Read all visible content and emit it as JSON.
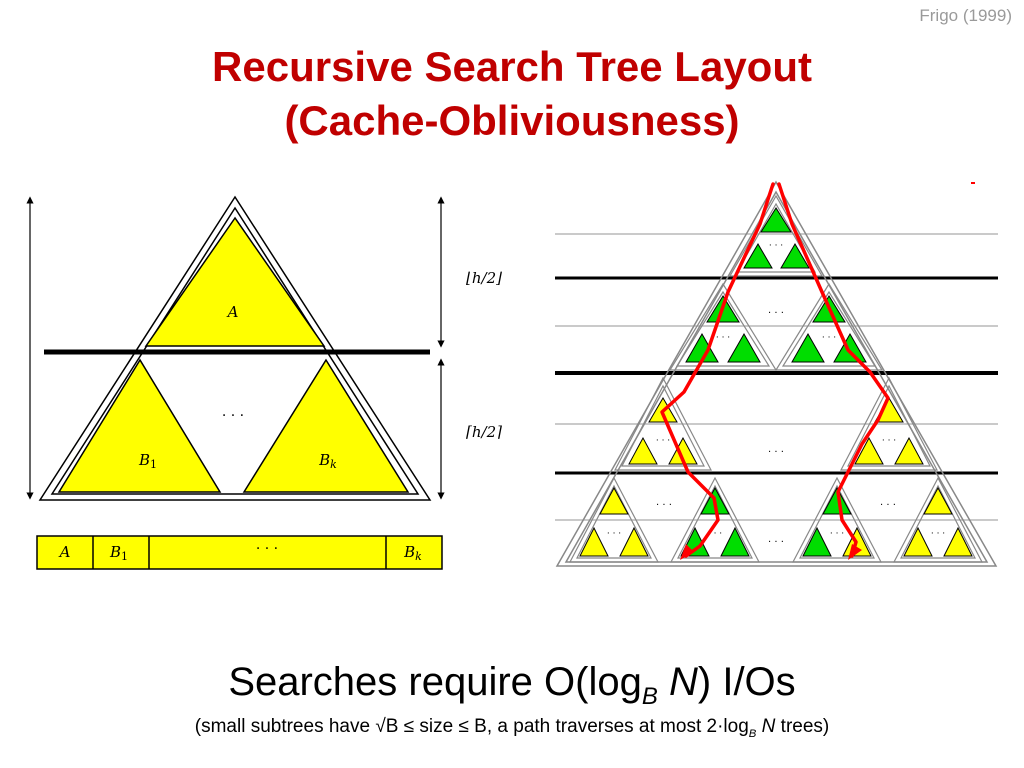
{
  "citation": "Frigo (1999)",
  "title": {
    "line1": "Recursive Search Tree Layout",
    "line2": "(Cache-Obliviousness)"
  },
  "left_diagram": {
    "top_label": "A",
    "bottom_left_label": "B",
    "bottom_left_sub": "1",
    "bottom_right_label": "B",
    "bottom_right_sub": "k",
    "middle_dots": "· · ·",
    "upper_height_label": "⌊h/2⌋",
    "lower_height_label": "⌈h/2⌉",
    "array": {
      "cell_a": "A",
      "cell_b1": "B",
      "cell_b1_sub": "1",
      "cell_dots": "· · ·",
      "cell_bk": "B",
      "cell_bk_sub": "k"
    }
  },
  "right_diagram": {
    "dots": "· · ·"
  },
  "caption": {
    "main_prefix": "Searches require O(log",
    "main_sub": "B",
    "main_n": "N",
    "main_suffix": ") I/Os",
    "sub_prefix": "(small subtrees have √B ≤ size ≤ B, a path traverses  at most 2·log",
    "sub_sub": "B",
    "sub_n": "N",
    "sub_suffix": " trees)"
  },
  "colors": {
    "title": "#c00000",
    "yellow": "#ffff00",
    "green": "#00dd00",
    "path": "#ff0000",
    "citation": "#9a9a9a"
  }
}
